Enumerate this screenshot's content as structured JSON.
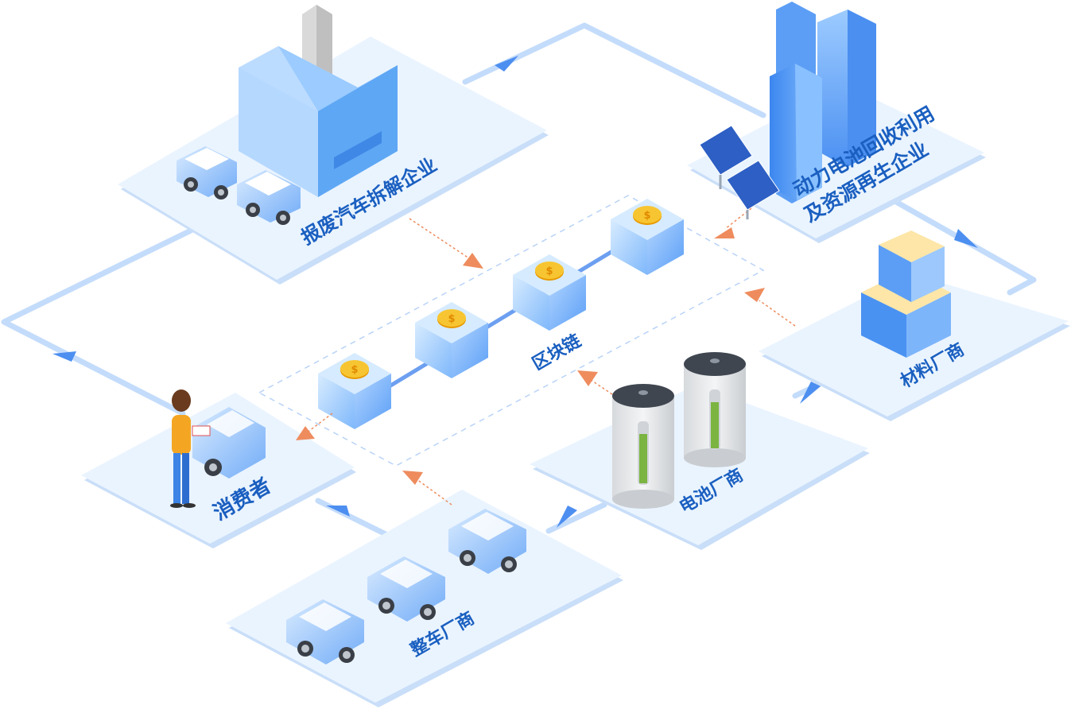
{
  "nodes": {
    "scrap": {
      "label": "报废汽车拆解企业"
    },
    "recycle": {
      "line1": "动力电池回收利用",
      "line2": "及资源再生企业"
    },
    "material": {
      "label": "材料厂商"
    },
    "battery": {
      "label": "电池厂商"
    },
    "vehicle": {
      "label": "整车厂商"
    },
    "consumer": {
      "label": "消费者"
    },
    "blockchain": {
      "label": "区块链"
    }
  },
  "colors": {
    "platform": "#eaf4ff",
    "platform_edge": "#c9def8",
    "flow_line": "#bcd8fb",
    "arrow_blue": "#4d8ff0",
    "arrow_orange": "#ee8c5e",
    "label": "#1a5fc0",
    "coin": "#f7b500"
  },
  "icons": [
    "factory-icon",
    "building-icon",
    "solar-panel-icon",
    "box-icon",
    "battery-icon",
    "car-icon",
    "person-icon",
    "coin-icon"
  ]
}
